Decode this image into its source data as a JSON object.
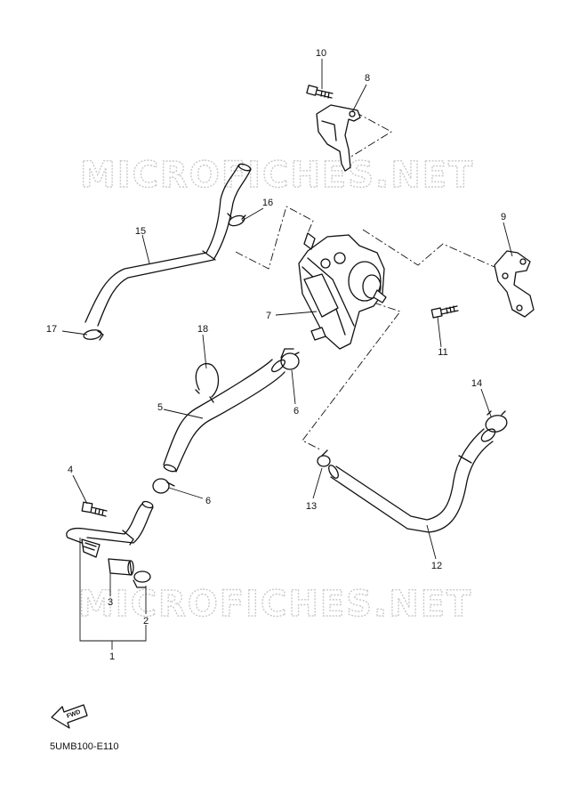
{
  "watermarks": [
    "MICROFICHES.NET",
    "MICROFICHES.NET"
  ],
  "callouts": {
    "c1": "1",
    "c2": "2",
    "c3": "3",
    "c4": "4",
    "c5": "5",
    "c6a": "6",
    "c6b": "6",
    "c7": "7",
    "c8": "8",
    "c9": "9",
    "c10": "10",
    "c11": "11",
    "c12": "12",
    "c13": "13",
    "c14": "14",
    "c15": "15",
    "c16": "16",
    "c17": "17",
    "c18": "18"
  },
  "fwd_label": "FWD",
  "drawing_code": "5UMB100-E110",
  "icons": {
    "fwd": "fwd-arrow-icon"
  }
}
